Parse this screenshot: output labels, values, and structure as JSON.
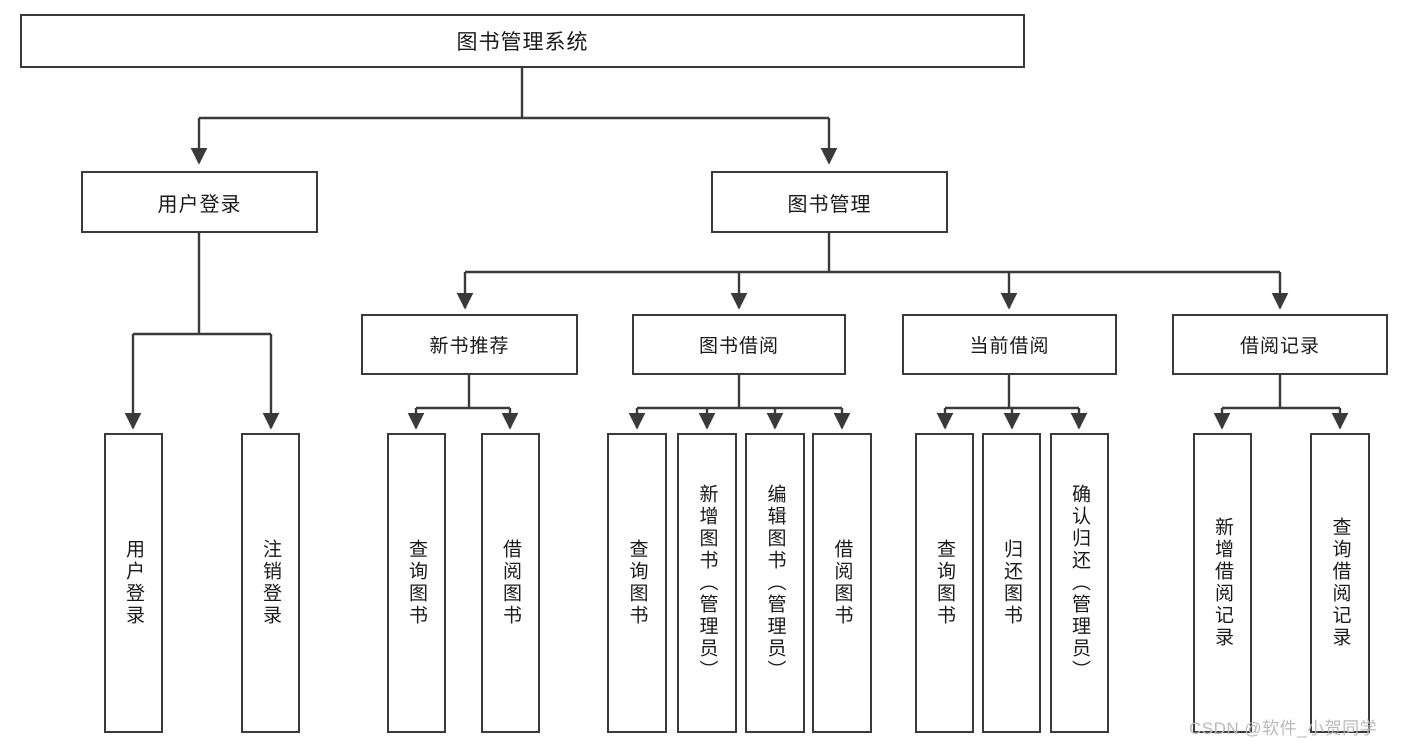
{
  "diagram": {
    "title": "图书管理系统",
    "type": "tree",
    "watermark": "CSDN @软件_小贺同学",
    "colors": {
      "box_border": "#3a3a3a",
      "box_fill": "#ffffff",
      "edge": "#3a3a3a",
      "text": "#1a1a1a",
      "watermark": "#b9b9b9"
    },
    "nodes": {
      "root": {
        "label": "图书管理系统"
      },
      "level1": [
        {
          "id": "user-login",
          "label": "用户登录"
        },
        {
          "id": "book-manage",
          "label": "图书管理"
        }
      ],
      "level2": [
        {
          "id": "new-book-recommend",
          "label": "新书推荐"
        },
        {
          "id": "book-borrow",
          "label": "图书借阅"
        },
        {
          "id": "current-borrow",
          "label": "当前借阅"
        },
        {
          "id": "borrow-record",
          "label": "借阅记录"
        }
      ],
      "leaves": {
        "user-login": [
          {
            "id": "leaf-user-login",
            "label": "用户登录"
          },
          {
            "id": "leaf-user-logout",
            "label": "注销登录"
          }
        ],
        "new-book-recommend": [
          {
            "id": "leaf-query-book-1",
            "label": "查询图书"
          },
          {
            "id": "leaf-borrow-book-1",
            "label": "借阅图书"
          }
        ],
        "book-borrow": [
          {
            "id": "leaf-query-book-2",
            "label": "查询图书"
          },
          {
            "id": "leaf-add-book",
            "label": "新增图书（管理员）"
          },
          {
            "id": "leaf-edit-book",
            "label": "编辑图书（管理员）"
          },
          {
            "id": "leaf-borrow-book-2",
            "label": "借阅图书"
          }
        ],
        "current-borrow": [
          {
            "id": "leaf-query-book-3",
            "label": "查询图书"
          },
          {
            "id": "leaf-return-book",
            "label": "归还图书"
          },
          {
            "id": "leaf-confirm-return",
            "label": "确认归还（管理员）"
          }
        ],
        "borrow-record": [
          {
            "id": "leaf-add-record",
            "label": "新增借阅记录"
          },
          {
            "id": "leaf-query-record",
            "label": "查询借阅记录"
          }
        ]
      }
    }
  }
}
